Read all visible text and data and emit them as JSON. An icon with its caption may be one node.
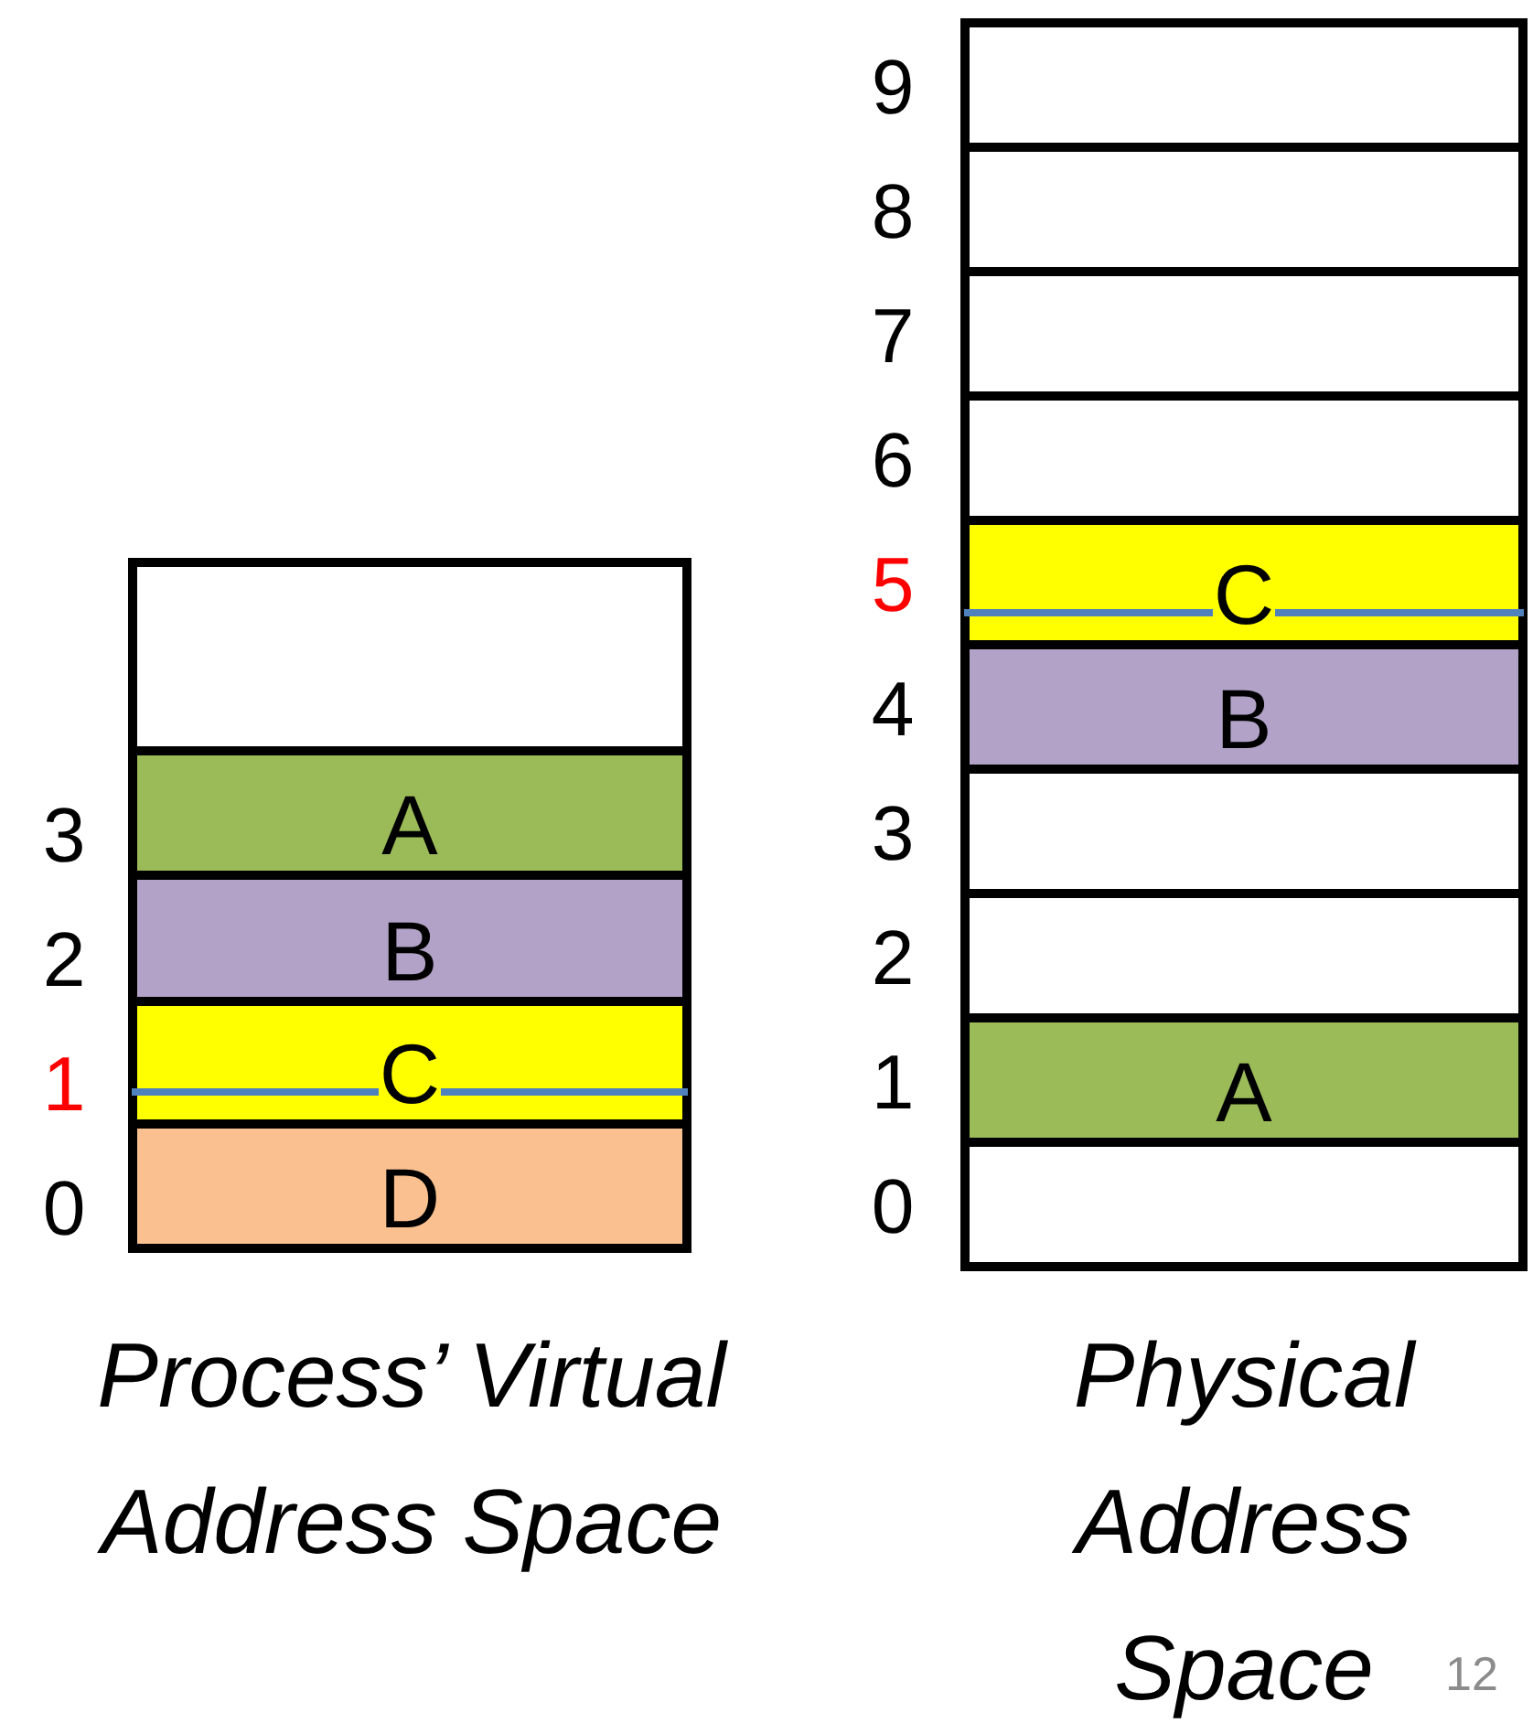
{
  "diagram": {
    "nodes": [
      {
        "text": [],
        "shape": "box"
      },
      {
        "text": [
          "A"
        ]
      },
      {
        "text": [
          "B"
        ]
      },
      {
        "text": [
          "C"
        ]
      },
      {
        "text": [
          "D"
        ]
      },
      {
        "text": [],
        "shape": "box"
      },
      {
        "text": [],
        "shape": "box"
      },
      {
        "text": [],
        "shape": "box"
      },
      {
        "text": [],
        "shape": "box"
      },
      {
        "text": [
          "C"
        ]
      },
      {
        "text": [
          "B"
        ]
      },
      {
        "text": [],
        "shape": "box"
      },
      {
        "text": [],
        "shape": "box"
      },
      {
        "text": [
          "A"
        ]
      },
      {
        "text": [],
        "shape": "box"
      }
    ],
    "edges": [],
    "labels": [
      "9",
      "8",
      "7",
      "6",
      "5",
      "4",
      "3",
      "2",
      "1",
      "0",
      "3",
      "2",
      "1",
      "0",
      "Process’ Virtual Address Space",
      "Physical Address Space",
      "12"
    ]
  }
}
